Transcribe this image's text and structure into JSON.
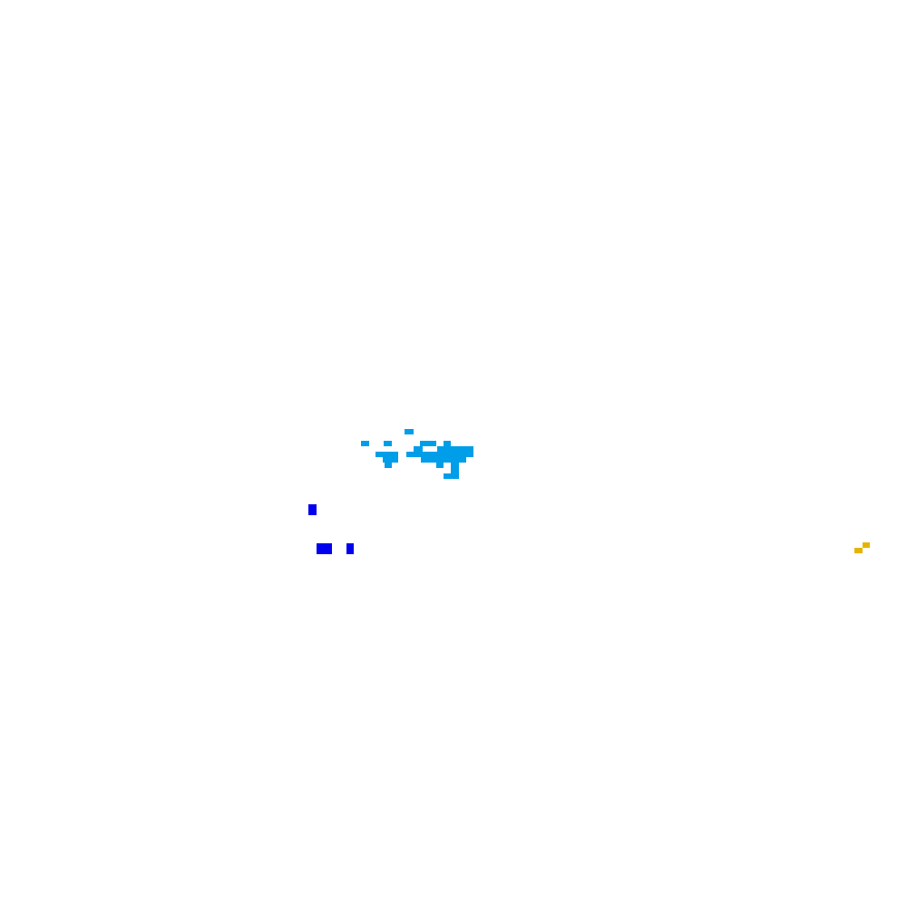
{
  "map": {
    "background": "#ffffff",
    "layers": [
      {
        "name": "light-blue-cluster",
        "color": "#009ee8",
        "cells": [
          [
            0,
            0
          ]
        ]
      },
      {
        "name": "blue-marks",
        "color": "#0000ee",
        "cells": [
          [
            0,
            0
          ]
        ]
      },
      {
        "name": "yellow-marks",
        "color": "#e6b400",
        "cells": [
          [
            0,
            0
          ]
        ]
      }
    ]
  }
}
